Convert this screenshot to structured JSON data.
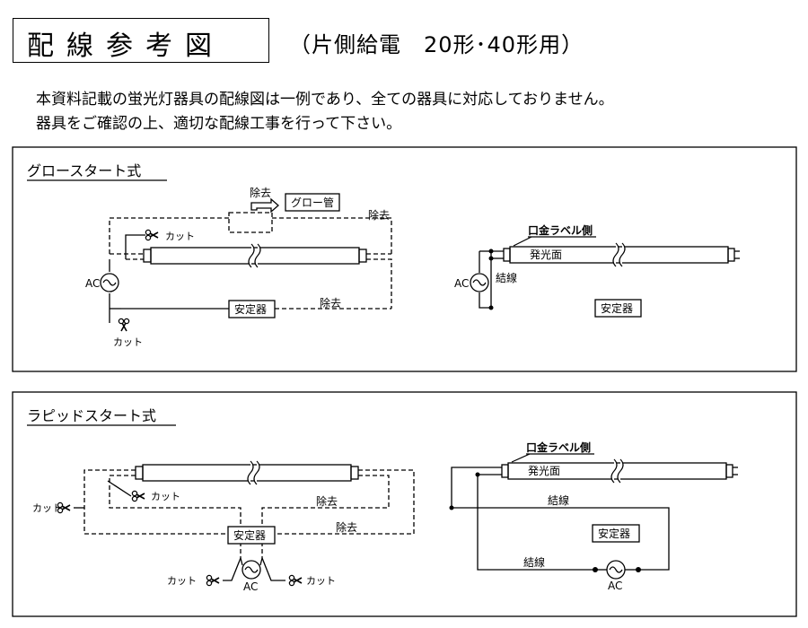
{
  "header": {
    "title": "配線参考図",
    "subtitle": "（片側給電　20形･40形用）"
  },
  "notes": [
    "本資料記載の蛍光灯器具の配線図は一例であり、全ての器具に対応しておりません。",
    "器具をご確認の上、適切な配線工事を行って下さい。"
  ],
  "glow": {
    "heading": "グロースタート式",
    "removal": "除去",
    "glow_tube": "グロー管",
    "cut": "カット",
    "ac": "AC",
    "stabilizer": "安定器",
    "cap_label_side": "口金ラベル側",
    "emitting_surface": "発光面",
    "connection": "結線"
  },
  "rapid": {
    "heading": "ラピッドスタート式",
    "cut": "カット",
    "removal": "除去",
    "stabilizer": "安定器",
    "ac": "AC",
    "cap_label_side": "口金ラベル側",
    "emitting_surface": "発光面",
    "connection": "結線"
  }
}
